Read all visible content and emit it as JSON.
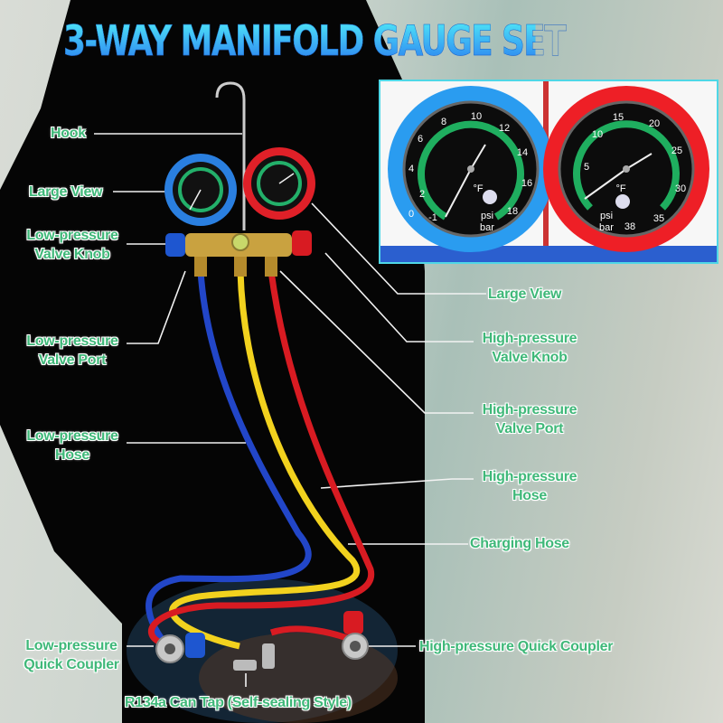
{
  "title": "3-WAY MANIFOLD GAUGE SET",
  "labels": {
    "hook": "Hook",
    "large_view_left": "Large View",
    "low_knob_1": "Low-pressure",
    "low_knob_2": "Valve Knob",
    "low_port_1": "Low-pressure",
    "low_port_2": "Valve Port",
    "low_hose_1": "Low-pressure",
    "low_hose_2": "Hose",
    "low_coupler_1": "Low-pressure",
    "low_coupler_2": "Quick Coupler",
    "large_view_right": "Large View",
    "high_knob_1": "High-pressure",
    "high_knob_2": "Valve Knob",
    "high_port_1": "High-pressure",
    "high_port_2": "Valve Port",
    "high_hose_1": "High-pressure",
    "high_hose_2": "Hose",
    "charging_hose": "Charging Hose",
    "high_coupler": "High-pressure Quick Coupler",
    "can_tap": "R134a Can Tap (Self-sealing Style)"
  },
  "inset": {
    "low_gauge": {
      "ticks": [
        "-1",
        "0",
        "2",
        "4",
        "6",
        "8",
        "10",
        "12",
        "14",
        "16",
        "18"
      ],
      "unit_1": "psi",
      "unit_2": "bar",
      "temp": "°F"
    },
    "high_gauge": {
      "ticks": [
        "5",
        "10",
        "15",
        "20",
        "25",
        "30",
        "35",
        "38"
      ],
      "unit_1": "psi",
      "unit_2": "bar",
      "temp": "°F"
    }
  },
  "colors": {
    "label": "#3fb879",
    "low": "#2f8fe8",
    "high": "#e8202a",
    "charge": "#f2d21e"
  }
}
